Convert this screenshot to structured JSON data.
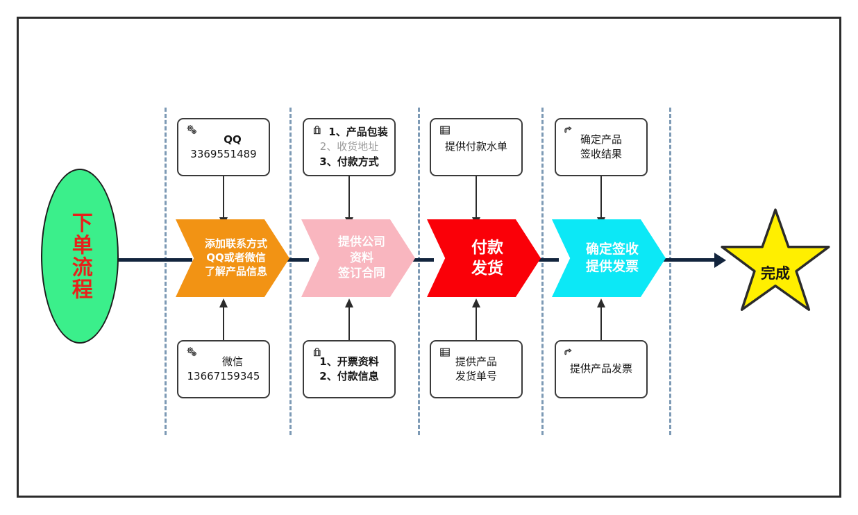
{
  "diagram": {
    "title": "下单流程",
    "start": {
      "label": "下单流程",
      "fill": "#3bef8b",
      "text_color": "#e8201a"
    },
    "end": {
      "label": "完成",
      "fill": "#ffef00",
      "text_color": "#121212"
    },
    "spine_color": "#12243d",
    "divider_color": "#7d9ab5",
    "stages": [
      {
        "id": "stage-1",
        "fill": "#f29314",
        "lines": [
          "添加联系方式",
          "QQ或者微信",
          "了解产品信息"
        ],
        "font_size": 15,
        "top_note": {
          "icon": "gears-icon",
          "lines": [
            {
              "text": "QQ",
              "style": "bold",
              "indent": true
            },
            {
              "text": "3369551489",
              "style": "normal"
            }
          ]
        },
        "bottom_note": {
          "icon": "gears-icon",
          "lines": [
            {
              "text": "微信",
              "style": "normal",
              "indent": true
            },
            {
              "text": "13667159345",
              "style": "normal"
            }
          ]
        }
      },
      {
        "id": "stage-2",
        "fill": "#f9b6bf",
        "lines": [
          "提供公司",
          "资料",
          "签订合同"
        ],
        "font_size": 17,
        "top_note": {
          "icon": "person-bag-icon",
          "lines": [
            {
              "text": "1、产品包装",
              "style": "bold",
              "indent": true
            },
            {
              "text": "2、收货地址",
              "style": "dim"
            },
            {
              "text": "3、付款方式",
              "style": "bold"
            }
          ]
        },
        "bottom_note": {
          "icon": "person-bag-icon",
          "lines": [
            {
              "text": "1、开票资料",
              "style": "bold"
            },
            {
              "text": "2、付款信息",
              "style": "bold"
            }
          ]
        }
      },
      {
        "id": "stage-3",
        "fill": "#fa0008",
        "lines": [
          "付款",
          "发货"
        ],
        "font_size": 23,
        "top_note": {
          "icon": "list-document-icon",
          "lines": [
            {
              "text": "提供付款水单",
              "style": "normal"
            }
          ]
        },
        "bottom_note": {
          "icon": "list-document-icon",
          "lines": [
            {
              "text": "提供产品",
              "style": "normal"
            },
            {
              "text": "发货单号",
              "style": "normal"
            }
          ]
        }
      },
      {
        "id": "stage-4",
        "fill": "#0ce8f6",
        "lines": [
          "确定签收",
          "提供发票"
        ],
        "font_size": 19,
        "top_note": {
          "icon": "pointing-hand-icon",
          "lines": [
            {
              "text": "确定产品",
              "style": "normal"
            },
            {
              "text": "签收结果",
              "style": "normal"
            }
          ]
        },
        "bottom_note": {
          "icon": "pointing-hand-icon",
          "lines": [
            {
              "text": "提供产品发票",
              "style": "normal"
            }
          ]
        }
      }
    ]
  }
}
